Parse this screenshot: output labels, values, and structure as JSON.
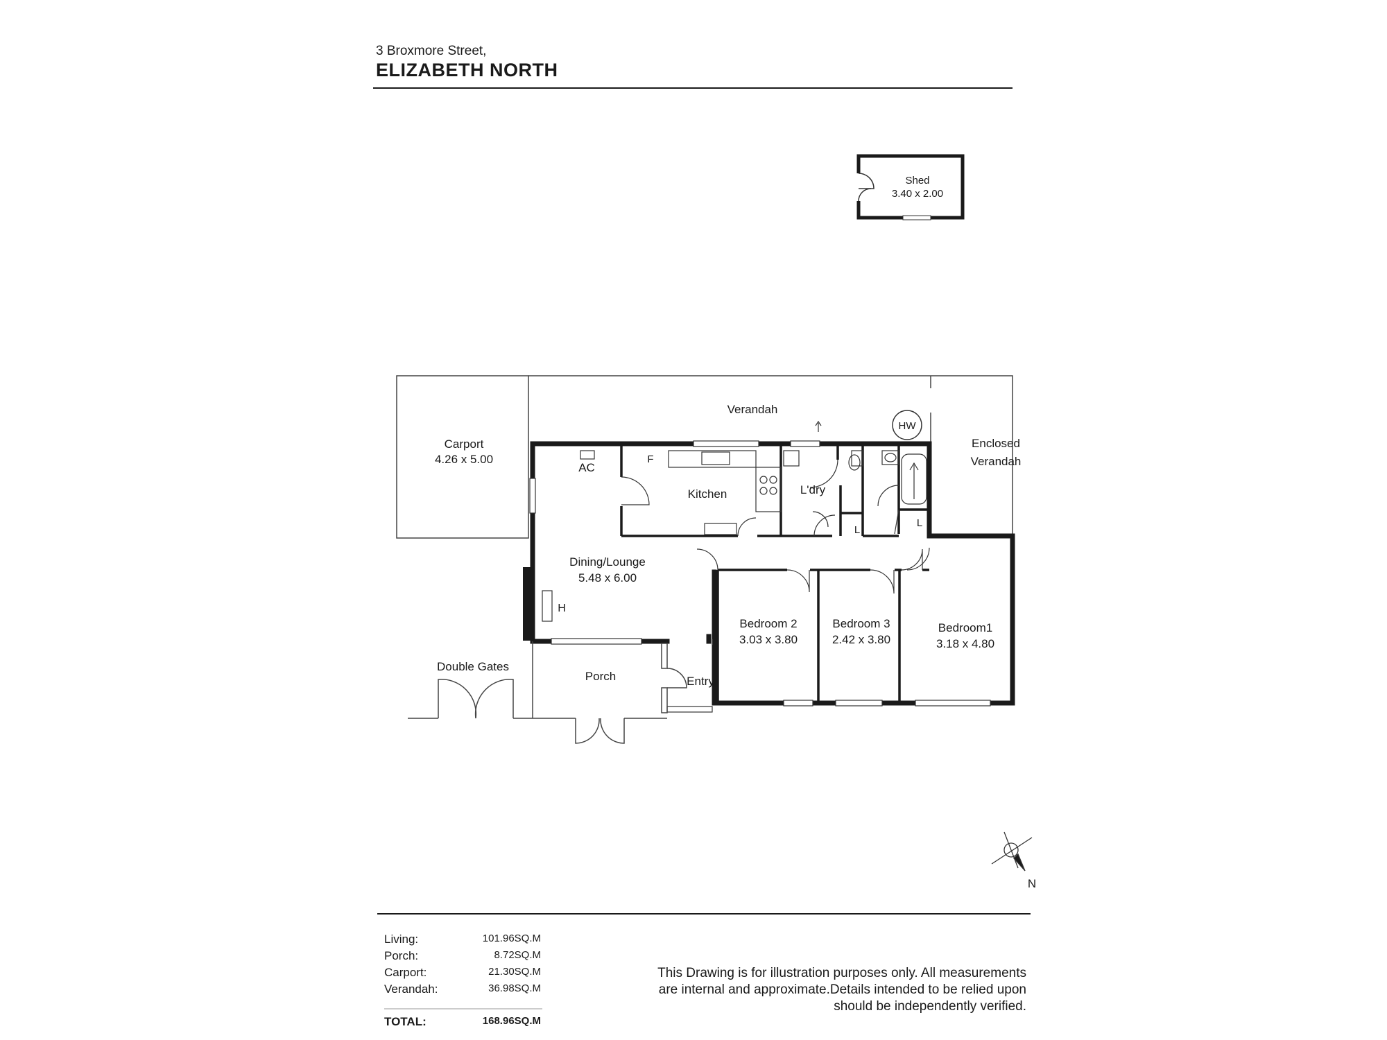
{
  "header": {
    "address_line": "3 Broxmore Street,",
    "suburb": "ELIZABETH NORTH"
  },
  "rooms": {
    "shed": {
      "name": "Shed",
      "size": "3.40 x 2.00"
    },
    "carport": {
      "name": "Carport",
      "size": "4.26 x 5.00"
    },
    "verandah": {
      "name": "Verandah"
    },
    "enclosed_verandah": {
      "line1": "Enclosed",
      "line2": "Verandah"
    },
    "hot_water": "HW",
    "air_conditioner": "AC",
    "fridge": "F",
    "kitchen": {
      "name": "Kitchen"
    },
    "laundry": {
      "name": "L'dry"
    },
    "linen_1": "L",
    "linen_2": "L",
    "dining_lounge": {
      "name": "Dining/Lounge",
      "size": "5.48 x 6.00"
    },
    "heater": "H",
    "bedroom2": {
      "name": "Bedroom 2",
      "size": "3.03 x 3.80"
    },
    "bedroom3": {
      "name": "Bedroom 3",
      "size": "2.42 x 3.80"
    },
    "bedroom1": {
      "name": "Bedroom1",
      "size": "3.18 x 4.80"
    },
    "porch": {
      "name": "Porch"
    },
    "entry": {
      "name": "Entry"
    },
    "double_gates": {
      "name": "Double Gates"
    }
  },
  "compass": {
    "label": "N"
  },
  "areas": {
    "rows": [
      {
        "label": "Living:",
        "value": "101.96SQ.M"
      },
      {
        "label": "Porch:",
        "value": "8.72SQ.M"
      },
      {
        "label": "Carport:",
        "value": "21.30SQ.M"
      },
      {
        "label": "Verandah:",
        "value": "36.98SQ.M"
      }
    ],
    "total_label": "TOTAL:",
    "total_value": "168.96SQ.M"
  },
  "disclaimer": "This Drawing is for illustration purposes only. All measurements are internal and approximate.Details intended to be relied upon should be independently verified.",
  "colors": {
    "wall": "#1a1a1a",
    "line": "#333333"
  }
}
